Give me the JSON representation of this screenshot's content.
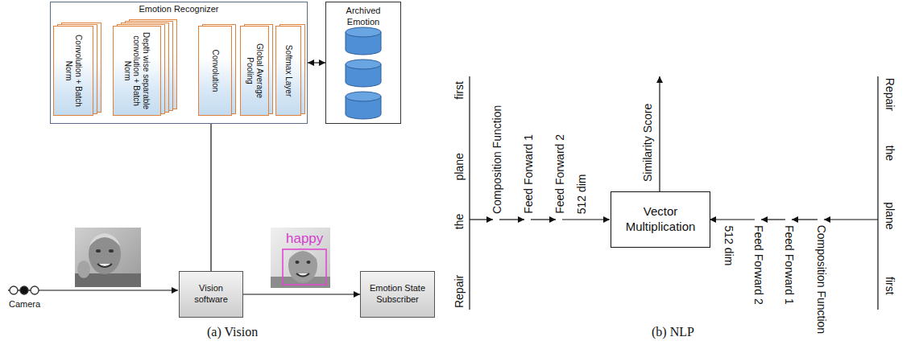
{
  "diagram": {
    "nodes": [
      {
        "text": [
          "Emotion Recognizer"
        ]
      },
      {
        "text": [
          "Convolution + Batch Norm"
        ],
        "in": 0
      },
      {
        "text": [
          "Depth wise separable convolution + Batch Norm"
        ],
        "in": 0
      },
      {
        "text": [
          "Convolution"
        ],
        "in": 0
      },
      {
        "text": [
          "Global Average Pooling"
        ],
        "in": 0
      },
      {
        "text": [
          "Softmax Layer"
        ],
        "in": 0
      },
      {
        "text": [
          "Archived Emotion"
        ]
      },
      {
        "text": [
          "Vision software"
        ]
      },
      {
        "text": [
          "Emotion State Subscriber"
        ]
      },
      {
        "text": [
          "Vector Multiplication"
        ]
      }
    ],
    "edges": [
      {
        "from": 0,
        "to": 6,
        "arrow": "both"
      },
      {
        "from": 0,
        "to": 7,
        "arrow": "none"
      },
      {
        "from": 7,
        "to": 8,
        "arrow": "to"
      }
    ],
    "labels": [
      "Camera",
      "happy",
      "(a) Vision",
      "Repair",
      "the",
      "plane",
      "first",
      "Composition Function",
      "Feed Forward 1",
      "Feed Forward 2",
      "512 dim",
      "Similarity Score",
      "512 dim",
      "Feed Forward 2",
      "Feed Forward 1",
      "Composition Function",
      "Repair",
      "the",
      "plane",
      "first",
      "(b) NLP"
    ]
  }
}
